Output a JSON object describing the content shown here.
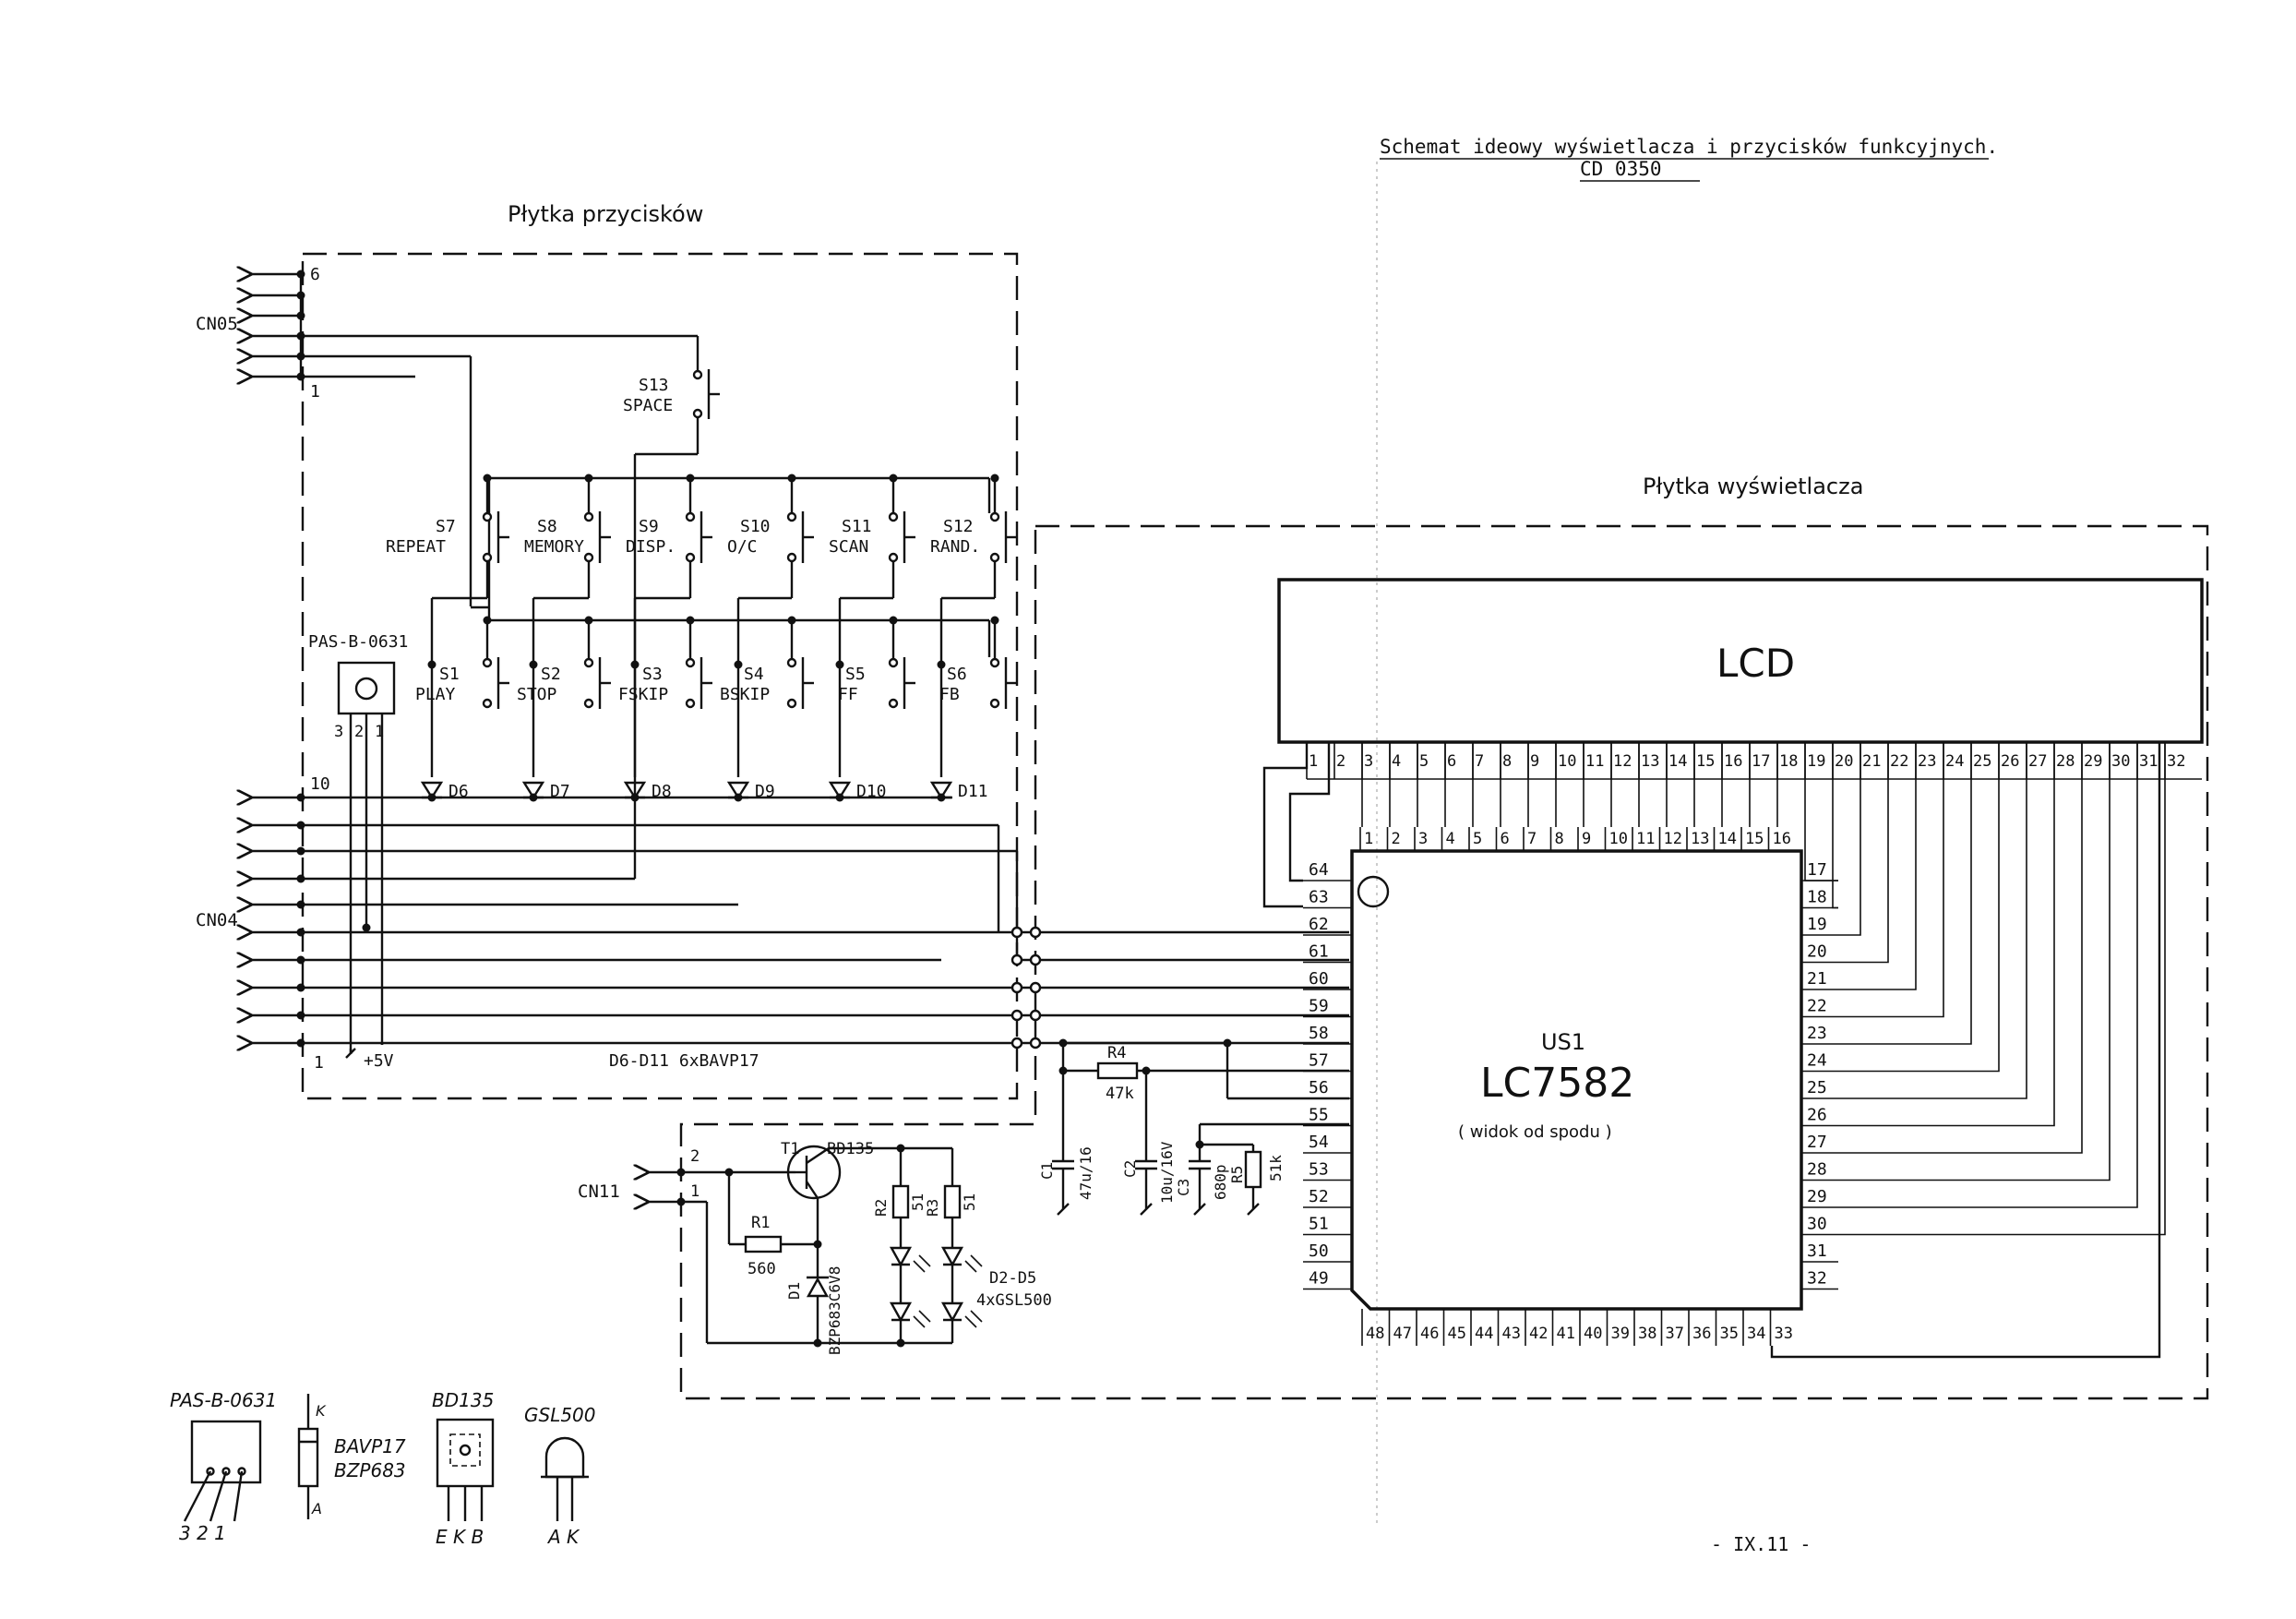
{
  "title": {
    "main": "Schemat ideowy wyświetlacza i przycisków funkcyjnych.",
    "model": "CD 0350"
  },
  "boards": {
    "buttons": "Płytka przycisków",
    "display": "Płytka wyświetlacza"
  },
  "connectors": {
    "cn05": "CN05",
    "cn04": "CN04",
    "cn11": "CN11",
    "cn05_pin_top": "6",
    "cn05_pin_bottom": "1",
    "cn04_pin_top": "10",
    "cn04_pin_bottom": "1",
    "cn11_pin_top": "2",
    "cn11_pin_bottom": "1"
  },
  "space_switch": {
    "ref": "S13",
    "name": "SPACE"
  },
  "switches_top": [
    {
      "ref": "S7",
      "name": "REPEAT"
    },
    {
      "ref": "S8",
      "name": "MEMORY"
    },
    {
      "ref": "S9",
      "name": "DISP."
    },
    {
      "ref": "S10",
      "name": "O/C"
    },
    {
      "ref": "S11",
      "name": "SCAN"
    },
    {
      "ref": "S12",
      "name": "RAND."
    }
  ],
  "switches_bottom": [
    {
      "ref": "S1",
      "name": "PLAY"
    },
    {
      "ref": "S2",
      "name": "STOP"
    },
    {
      "ref": "S3",
      "name": "FSKIP"
    },
    {
      "ref": "S4",
      "name": "BSKIP"
    },
    {
      "ref": "S5",
      "name": "FF"
    },
    {
      "ref": "S6",
      "name": "FB"
    }
  ],
  "diodes": [
    "D6",
    "D7",
    "D8",
    "D9",
    "D10",
    "D11"
  ],
  "diodes_note": "D6-D11  6xBAVP17",
  "ir_receiver": {
    "ref": "PAS-B-0631",
    "pins": [
      "3",
      "2",
      "1"
    ],
    "supply": "+5V"
  },
  "lcd": {
    "label": "LCD",
    "pins": [
      "1",
      "2",
      "3",
      "4",
      "5",
      "6",
      "7",
      "8",
      "9",
      "10",
      "11",
      "12",
      "13",
      "14",
      "15",
      "16",
      "17",
      "18",
      "19",
      "20",
      "21",
      "22",
      "23",
      "24",
      "25",
      "26",
      "27",
      "28",
      "29",
      "30",
      "31",
      "32"
    ]
  },
  "ic": {
    "ref": "US1",
    "part": "LC7582",
    "note": "( widok od spodu )",
    "pins_top": [
      "1",
      "2",
      "3",
      "4",
      "5",
      "6",
      "7",
      "8",
      "9",
      "10",
      "11",
      "12",
      "13",
      "14",
      "15",
      "16"
    ],
    "pins_left": [
      "64",
      "63",
      "62",
      "61",
      "60",
      "59",
      "58",
      "57",
      "56",
      "55",
      "54",
      "53",
      "52",
      "51",
      "50",
      "49"
    ],
    "pins_right": [
      "17",
      "18",
      "19",
      "20",
      "21",
      "22",
      "23",
      "24",
      "25",
      "26",
      "27",
      "28",
      "29",
      "30",
      "31",
      "32"
    ],
    "pins_bottom": [
      "48",
      "47",
      "46",
      "45",
      "44",
      "43",
      "42",
      "41",
      "40",
      "39",
      "38",
      "37",
      "36",
      "35",
      "34",
      "33"
    ]
  },
  "passives": {
    "r4": {
      "ref": "R4",
      "value": "47k"
    },
    "c1": {
      "ref": "C1",
      "value": "47u/16"
    },
    "c2": {
      "ref": "C2",
      "value": "10u/16V"
    },
    "c3": {
      "ref": "C3",
      "value": "680p"
    },
    "r5": {
      "ref": "R5",
      "value": "51k"
    }
  },
  "backlight": {
    "t1": {
      "ref": "T1",
      "part": "BD135"
    },
    "r1": {
      "ref": "R1",
      "value": "560"
    },
    "d1": {
      "ref": "D1",
      "part": "BZP683C6V8"
    },
    "r2": {
      "ref": "R2",
      "value": "51"
    },
    "r3": {
      "ref": "R3",
      "value": "51"
    },
    "leds": "D2-D5",
    "leds_note": "4xGSL500"
  },
  "legend": {
    "pas": {
      "name": "PAS-B-0631",
      "pins": "3 2 1"
    },
    "diode": {
      "k": "K",
      "a": "A",
      "name1": "BAVP17",
      "name2": "BZP683"
    },
    "bd135": {
      "name": "BD135",
      "pins": "E K B"
    },
    "gsl500": {
      "name": "GSL500",
      "pins": "A K"
    }
  },
  "page_number": "- IX.11 -"
}
